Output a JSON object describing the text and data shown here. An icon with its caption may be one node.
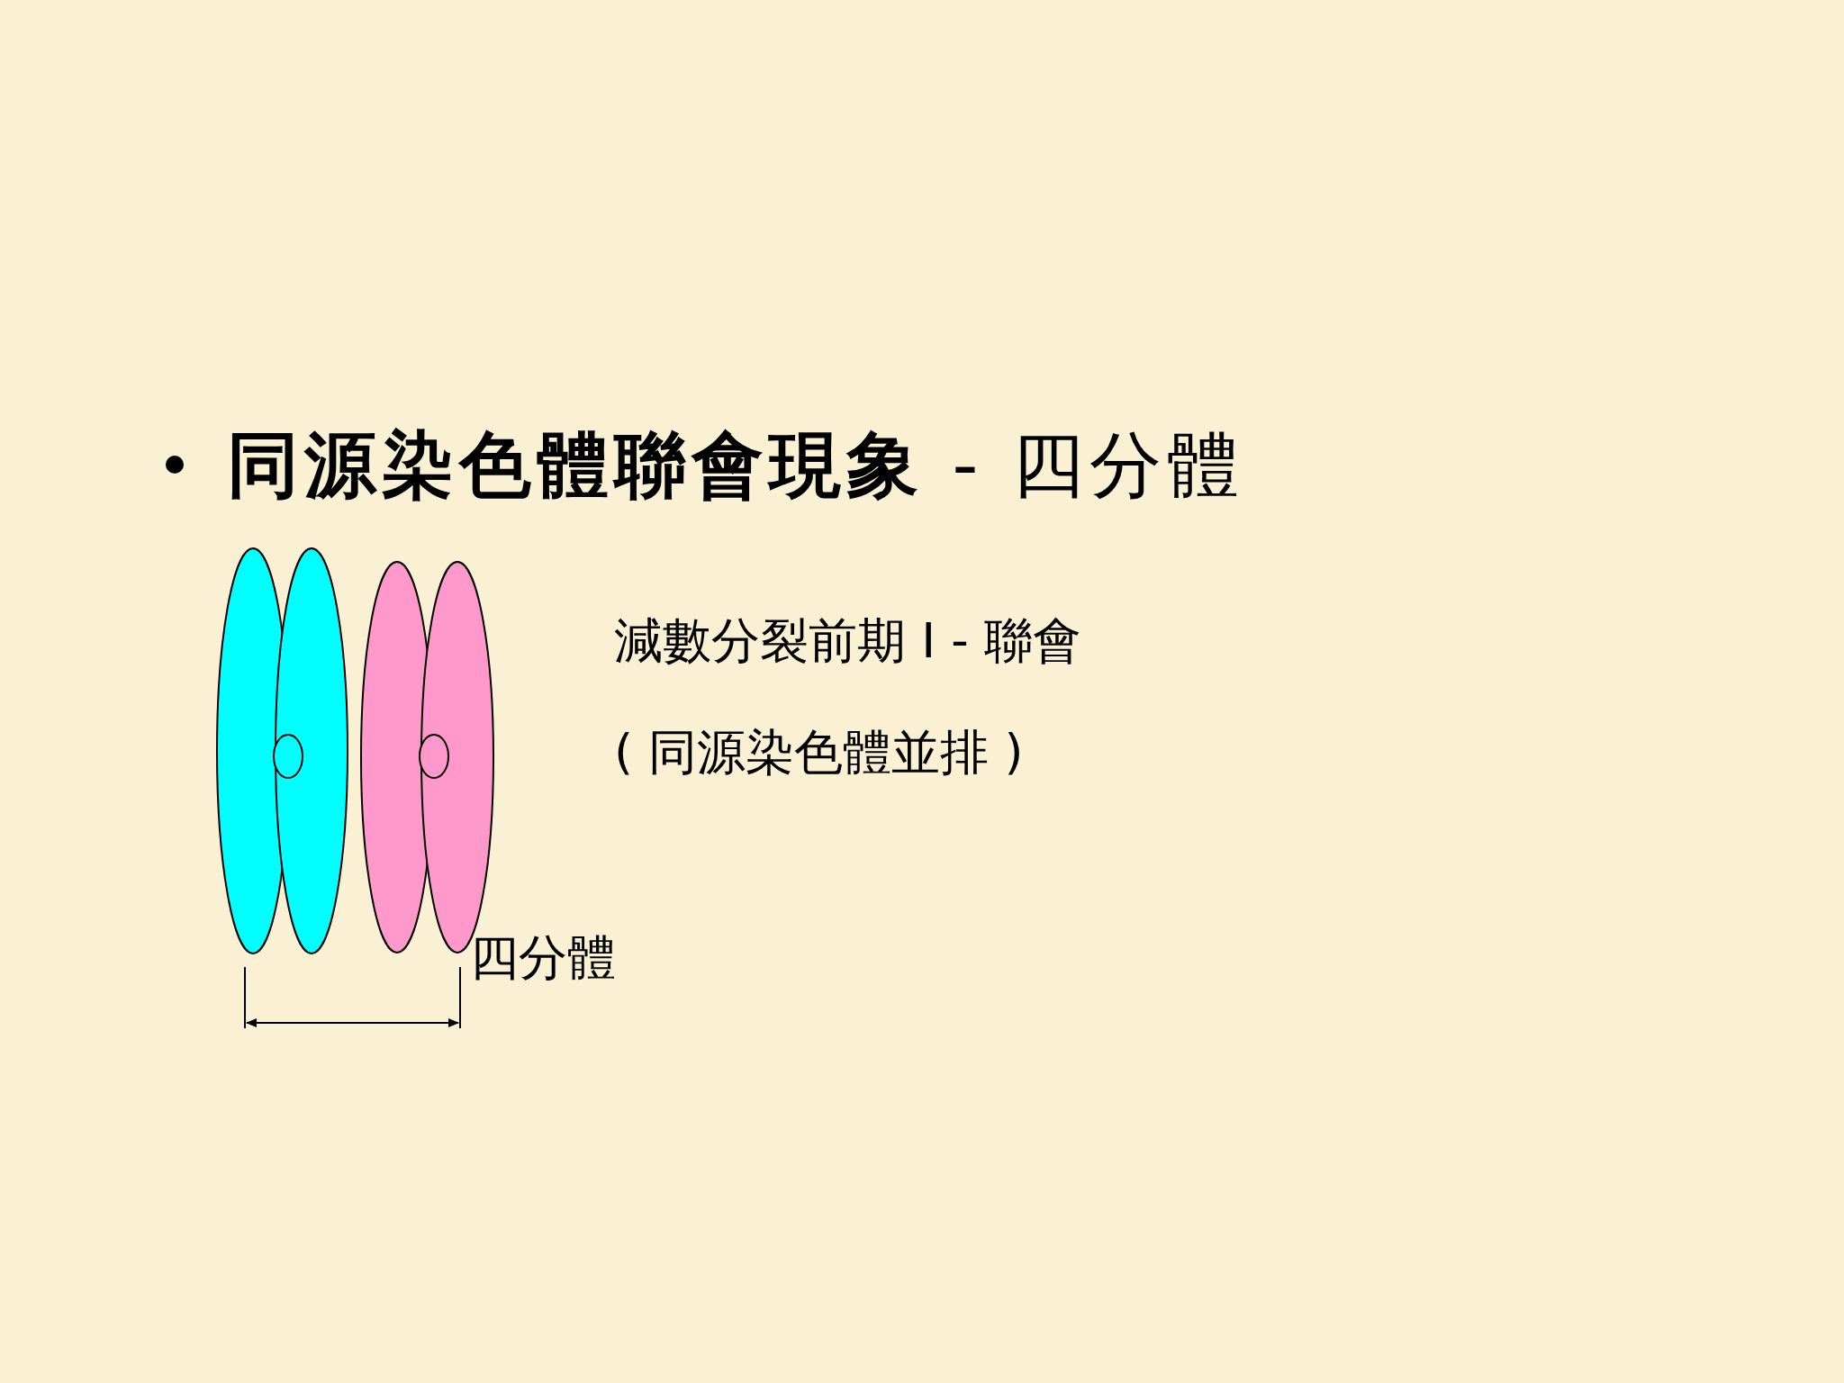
{
  "diagram": {
    "title": "**同源染色體聯會現象** - 四分體",
    "labels": [
      "減數分裂前期 I - 聯會",
      "( 同源染色體並排 )",
      "四分體"
    ]
  }
}
